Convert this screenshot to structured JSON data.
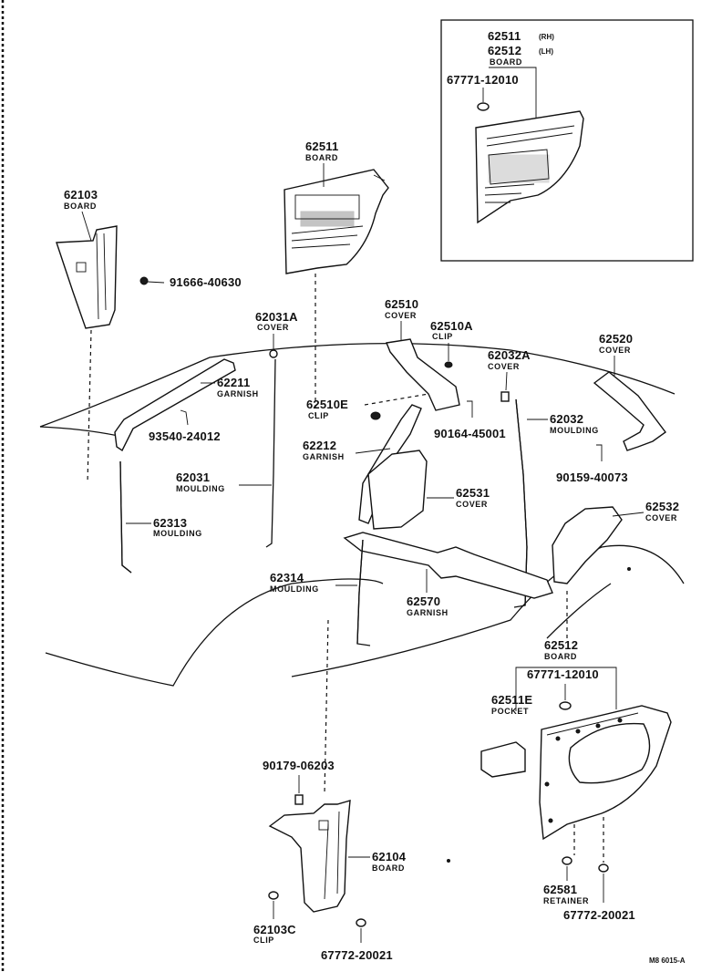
{
  "colors": {
    "ink": "#111111",
    "paper": "#ffffff"
  },
  "drawing_code": "M8 6015-A",
  "inset": {
    "board_rh_number": "62511",
    "board_rh_side": "(RH)",
    "board_lh_number": "62512",
    "board_lh_side": "(LH)",
    "board_label": "BOARD",
    "clip_number": "67771-12010"
  },
  "callouts": {
    "c62103": {
      "number": "62103",
      "name": "BOARD"
    },
    "c91666": {
      "number": "91666-40630"
    },
    "c62511": {
      "number": "62511",
      "name": "BOARD"
    },
    "c62031A": {
      "number": "62031A",
      "name": "COVER"
    },
    "c62211": {
      "number": "62211",
      "name": "GARNISH"
    },
    "c93540": {
      "number": "93540-24012"
    },
    "c62031": {
      "number": "62031",
      "name": "MOULDING"
    },
    "c62313": {
      "number": "62313",
      "name": "MOULDING"
    },
    "c62510": {
      "number": "62510",
      "name": "COVER"
    },
    "c62510A": {
      "number": "62510A",
      "name": "CLIP"
    },
    "c62510E": {
      "number": "62510E",
      "name": "CLIP"
    },
    "c62212": {
      "number": "62212",
      "name": "GARNISH"
    },
    "c90164": {
      "number": "90164-45001"
    },
    "c62032A": {
      "number": "62032A",
      "name": "COVER"
    },
    "c62032": {
      "number": "62032",
      "name": "MOULDING"
    },
    "c62520": {
      "number": "62520",
      "name": "COVER"
    },
    "c90159": {
      "number": "90159-40073"
    },
    "c62531": {
      "number": "62531",
      "name": "COVER"
    },
    "c62532": {
      "number": "62532",
      "name": "COVER"
    },
    "c62314": {
      "number": "62314",
      "name": "MOULDING"
    },
    "c62570": {
      "number": "62570",
      "name": "GARNISH"
    },
    "c62512": {
      "number": "62512",
      "name": "BOARD"
    },
    "c67771b": {
      "number": "67771-12010"
    },
    "c62511E": {
      "number": "62511E",
      "name": "POCKET"
    },
    "c90179": {
      "number": "90179-06203"
    },
    "c62104": {
      "number": "62104",
      "name": "BOARD"
    },
    "c62103C": {
      "number": "62103C",
      "name": "CLIP"
    },
    "c67772a": {
      "number": "67772-20021"
    },
    "c62581": {
      "number": "62581",
      "name": "RETAINER"
    },
    "c67772b": {
      "number": "67772-20021"
    }
  }
}
